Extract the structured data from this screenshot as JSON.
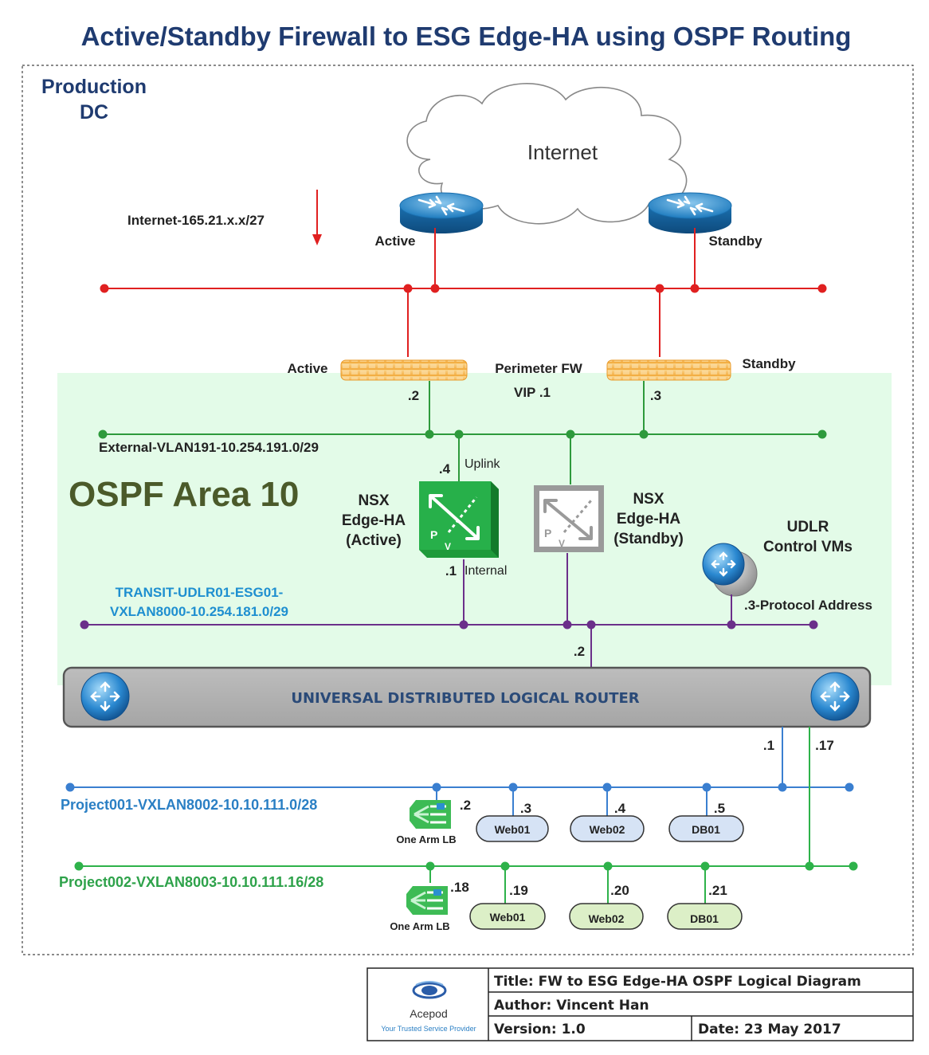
{
  "title": "Active/Standby Firewall to ESG Edge-HA using OSPF Routing",
  "dc_label": [
    "Production",
    "DC"
  ],
  "internet": {
    "label": "Internet",
    "subnet": "Internet-165.21.x.x/27",
    "active_label": "Active",
    "standby_label": "Standby"
  },
  "perimeter": {
    "active_label": "Active",
    "standby_label": "Standby",
    "name": "Perimeter FW",
    "vip": "VIP .1",
    "active_ip": ".2",
    "standby_ip": ".3"
  },
  "external_vlan": "External-VLAN191-10.254.191.0/29",
  "ospf_area": "OSPF Area 10",
  "nsx_active": {
    "lines": [
      "NSX",
      "Edge-HA",
      "(Active)"
    ],
    "uplink_ip": ".4",
    "uplink_label": "Uplink",
    "internal_ip": ".1",
    "internal_label": "Internal"
  },
  "nsx_standby": {
    "lines": [
      "NSX",
      "Edge-HA",
      "(Standby)"
    ]
  },
  "udlr_control": {
    "lines": [
      "UDLR",
      "Control VMs"
    ],
    "protocol": ".3-Protocol Address"
  },
  "transit": {
    "lines": [
      "TRANSIT-UDLR01-ESG01-",
      "VXLAN8000-10.254.181.0/29"
    ],
    "udlr_ip": ".2"
  },
  "udlr": {
    "label": "UNIVERSAL DISTRIBUTED LOGICAL ROUTER",
    "ip_project1": ".1",
    "ip_project2": ".17"
  },
  "project1": {
    "label": "Project001-VXLAN8002-10.10.111.0/28",
    "lb_label": "One Arm LB",
    "lb_ip": ".2",
    "vms": [
      {
        "name": "Web01",
        "ip": ".3"
      },
      {
        "name": "Web02",
        "ip": ".4"
      },
      {
        "name": "DB01",
        "ip": ".5"
      }
    ]
  },
  "project2": {
    "label": "Project002-VXLAN8003-10.10.111.16/28",
    "lb_label": "One Arm LB",
    "lb_ip": ".18",
    "vms": [
      {
        "name": "Web01",
        "ip": ".19"
      },
      {
        "name": "Web02",
        "ip": ".20"
      },
      {
        "name": "DB01",
        "ip": ".21"
      }
    ]
  },
  "legend": {
    "company": "Acepod",
    "tagline": "Your Trusted Service Provider",
    "title": "Title: FW to ESG Edge-HA OSPF Logical Diagram",
    "author": "Author: Vincent Han",
    "version": "Version: 1.0",
    "date": "Date: 23 May 2017"
  },
  "colors": {
    "title": "#1f3b70",
    "internet_line": "#e02020",
    "external_line": "#2e9a3c",
    "transit_line": "#6b2f8a",
    "project1_line": "#3a7fd0",
    "project2_line": "#2eb24a",
    "ospf_area_bg": "#e3fbe8"
  }
}
